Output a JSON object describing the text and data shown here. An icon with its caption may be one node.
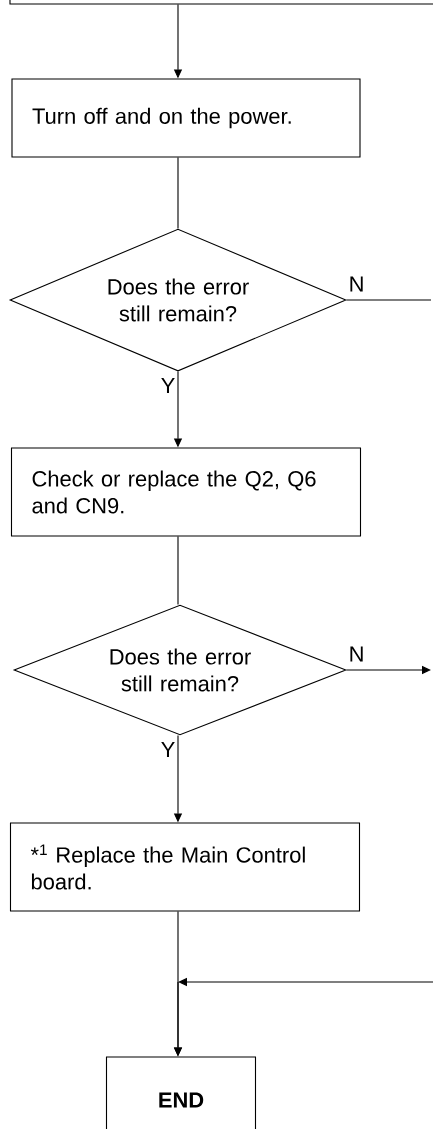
{
  "diagram": {
    "nodes": [
      {
        "text": [],
        "shape": "box"
      },
      {
        "text": [
          "Turn off and on the power."
        ]
      },
      {
        "text": [
          "Does the error still remain?"
        ]
      },
      {
        "text": [
          "Check or replace the Q2, Q6 and CN9."
        ]
      },
      {
        "text": [
          "Does the error still remain?"
        ]
      },
      {
        "text": [
          "*$^{1}$ Replace the Main Control board."
        ]
      },
      {
        "text": [
          "END"
        ]
      }
    ],
    "edges": [
      {
        "from": 0,
        "to": 1,
        "arrow": "to"
      },
      {
        "from": 1,
        "to": 2,
        "arrow": "none"
      },
      {
        "from": 2,
        "to": 3,
        "arrow": "to",
        "label": "Y"
      },
      {
        "from": 2,
        "to": null,
        "arrow": "none",
        "label": "N"
      },
      {
        "from": 3,
        "to": 4,
        "arrow": "none"
      },
      {
        "from": 4,
        "to": 5,
        "arrow": "to",
        "label": "Y"
      },
      {
        "from": 4,
        "to": null,
        "arrow": "to",
        "label": "N"
      },
      {
        "from": 5,
        "to": 6,
        "arrow": "to"
      },
      {
        "from": null,
        "to": 6,
        "arrow": "to"
      }
    ]
  }
}
